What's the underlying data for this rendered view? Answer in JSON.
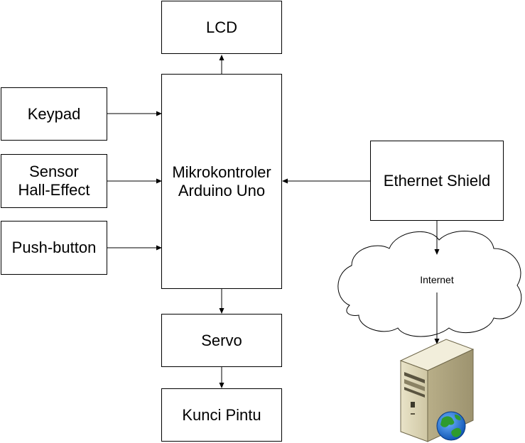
{
  "blocks": {
    "lcd": "LCD",
    "mcu": "Mikrokontroler\nArduino Uno",
    "servo": "Servo",
    "kunci": "Kunci Pintu",
    "keypad": "Keypad",
    "sensor": "Sensor\nHall-Effect",
    "push": "Push-button",
    "ethernet": "Ethernet Shield"
  },
  "cloud": {
    "label": "Internet"
  },
  "server": {
    "icon": "web-server-icon"
  }
}
